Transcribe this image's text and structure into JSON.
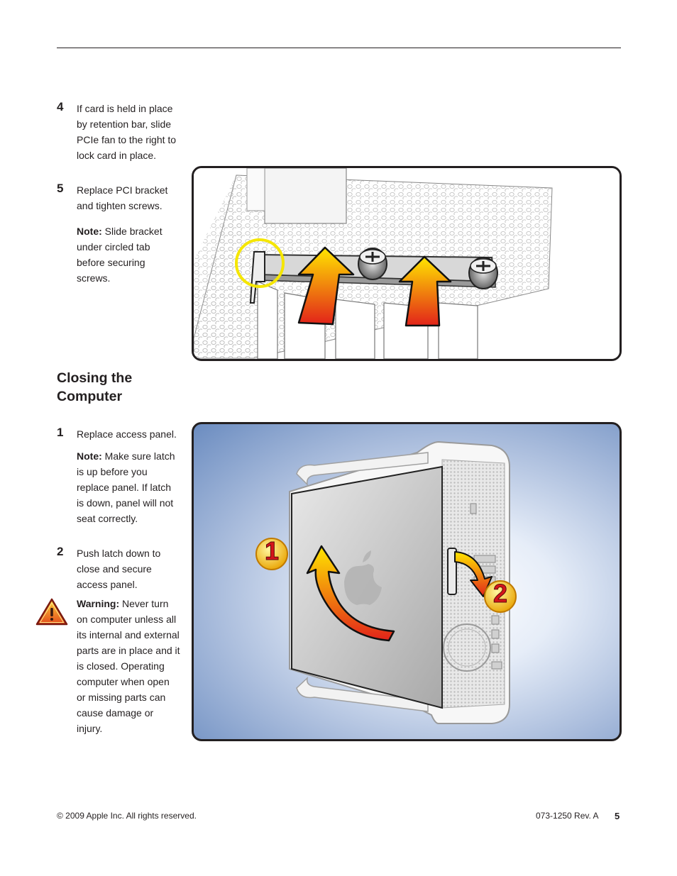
{
  "steps_top": [
    {
      "number": "4",
      "text": "If card is held in place by retention bar, slide PCIe fan to the right to lock card in place."
    },
    {
      "number": "5",
      "text": "Replace PCI bracket and tighten screws.",
      "note_label": "Note:",
      "note_text": "Slide bracket under circled tab before securing screws."
    }
  ],
  "section": {
    "title": "Closing the Computer",
    "steps": [
      {
        "number": "1",
        "text": "Replace access panel.",
        "note_label": "Note:",
        "note_text": "Make sure latch is up before you replace panel. If latch is down, panel will not seat correctly."
      },
      {
        "number": "2",
        "text": "Push latch down to close and secure access panel.",
        "warning_label": "Warning:",
        "warning_text": "Never turn on computer unless all its internal and external parts are in place and it is closed. Operating computer when open or missing parts can cause damage or injury."
      }
    ]
  },
  "figure2": {
    "callout1": "1",
    "callout2": "2"
  },
  "footer": {
    "copyright": "© 2009 Apple Inc. All rights reserved.",
    "doc_number": "073-1250 Rev. A",
    "page": "5"
  },
  "colors": {
    "arrow_top": "#ffe600",
    "arrow_bottom": "#e2231a",
    "callout_ring": "#f5e600",
    "background_blue": "#6b8cc0"
  }
}
